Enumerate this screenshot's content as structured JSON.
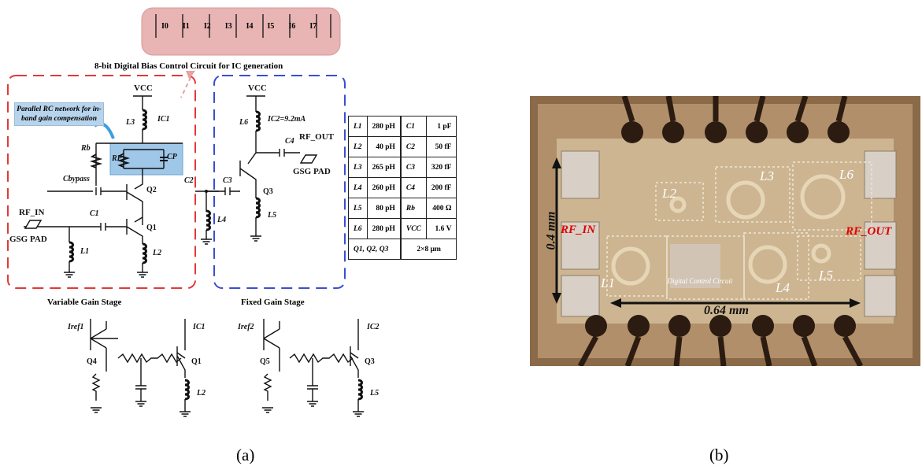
{
  "bias_bits": [
    "I0",
    "I1",
    "I2",
    "I3",
    "I4",
    "I5",
    "I6",
    "I7"
  ],
  "bias_title": "8-bit Digital Bias Control Circuit for IC generation",
  "rc_note": "Parallel RC network for in-band gain compensation",
  "labels": {
    "vcc": "VCC",
    "l3": "L3",
    "ic1": "IC1",
    "rb": "Rb",
    "rp": "RP",
    "cp": "CP",
    "cbypass": "Cbypass",
    "q2": "Q2",
    "c2": "C2",
    "rf_in": "RF_IN",
    "gsg_pad": "GSG PAD",
    "c1": "C1",
    "q1": "Q1",
    "l1": "L1",
    "l2": "L2",
    "l6": "L6",
    "ic2_eq": "IC2=9.2mA",
    "c4": "C4",
    "rf_out": "RF_OUT",
    "c3": "C3",
    "q3": "Q3",
    "l4": "L4",
    "l5": "L5",
    "iref1": "Iref1",
    "q4": "Q4",
    "iref2": "Iref2",
    "q5": "Q5",
    "ic2": "IC2"
  },
  "stage_labels": {
    "variable": "Variable Gain Stage",
    "fixed": "Fixed Gain Stage"
  },
  "component_table": {
    "rows": [
      [
        "L1",
        "280 pH",
        "C1",
        "1 pF"
      ],
      [
        "L2",
        "40 pH",
        "C2",
        "50 fF"
      ],
      [
        "L3",
        "265 pH",
        "C3",
        "320 fF"
      ],
      [
        "L4",
        "260 pH",
        "C4",
        "200 fF"
      ],
      [
        "L5",
        "80 pH",
        "Rb",
        "400 Ω"
      ],
      [
        "L6",
        "280 pH",
        "VCC",
        "1.6 V"
      ]
    ],
    "last_row": [
      "Q1, Q2, Q3",
      "2×8 μm"
    ]
  },
  "die": {
    "labels": [
      "L2",
      "L3",
      "L6",
      "L1",
      "L4",
      "L5"
    ],
    "rf_in": "RF_IN",
    "rf_out": "RF_OUT",
    "digital_block": "Digital Control Circuit",
    "height_dim": "0.4 mm",
    "width_dim": "0.64 mm"
  },
  "captions": {
    "a": "(a)",
    "b": "(b)"
  },
  "colors": {
    "left_box": "#e03a3a",
    "right_box": "#3a4fcf",
    "bias_bg": "#e8b4b4",
    "note_bg": "#b8d4ec",
    "die_label": "#e00000"
  }
}
